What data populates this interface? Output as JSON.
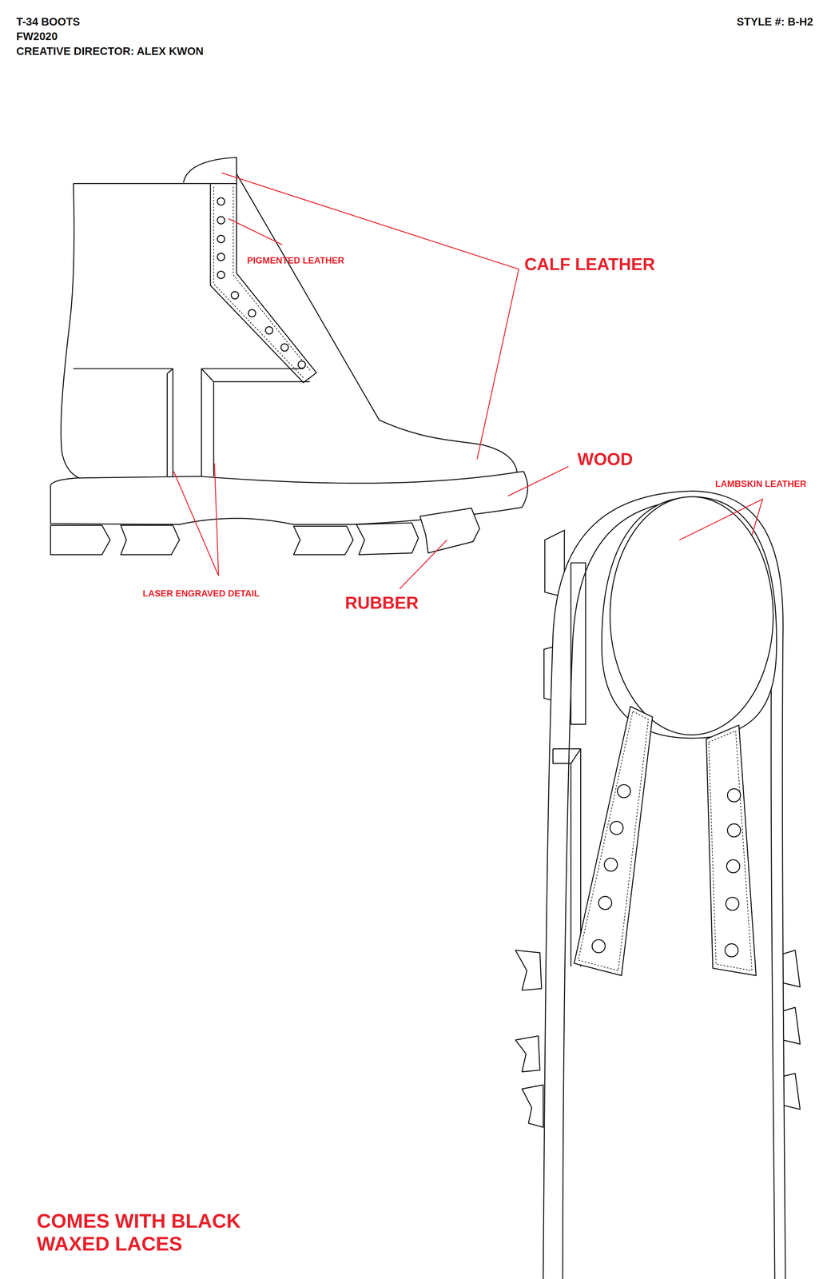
{
  "diagram": {
    "title": "T-34 BOOTS",
    "labels": [
      "FW2020",
      "CREATIVE DIRECTOR: ALEX KWON",
      "STYLE #: B-H2",
      "PIGMENTED LEATHER",
      "CALF LEATHER",
      "WOOD",
      "LAMBSKIN LEATHER",
      "LASER ENGRAVED DETAIL",
      "RUBBER",
      "COMES WITH BLACK WAXED LACES"
    ]
  }
}
